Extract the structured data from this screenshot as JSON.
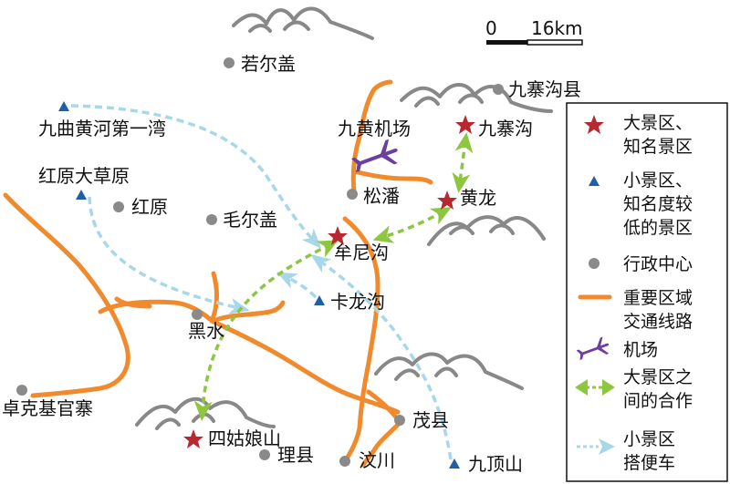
{
  "scale": {
    "zero": "0",
    "distance": "16km"
  },
  "places": {
    "ruoergai": "若尔盖",
    "jiuzhaigou_county": "九寨沟县",
    "jiuqu": "九曲黄河第一湾",
    "jiuhuang_airport": "九黄机场",
    "jiuzhaigou": "九寨沟",
    "hongyuan_prairie": "红原大草原",
    "hongyuan": "红原",
    "maoergai": "毛尔盖",
    "songpan": "松潘",
    "huanglong": "黄龙",
    "mounigou": "牟尼沟",
    "kalonggou": "卡龙沟",
    "heishui": "黑水",
    "zhuokeji": "卓克基官寨",
    "maoxian": "茂县",
    "siguniang": "四姑娘山",
    "lixian": "理县",
    "wenchuan": "汶川",
    "jiudingshan": "九顶山"
  },
  "legend": {
    "major_1": "大景区、",
    "major_2": "知名景区",
    "minor_1": "小景区、",
    "minor_2": "知名度较",
    "minor_3": "低的景区",
    "admin": "行政中心",
    "traffic_1": "重要区域",
    "traffic_2": "交通线路",
    "airport": "机场",
    "coop_1": "大景区之",
    "coop_2": "间的合作",
    "ride_1": "小景区",
    "ride_2": "搭便车"
  },
  "colors": {
    "road": "#f08a2c",
    "star": "#b8282e",
    "triangle": "#1f5fa8",
    "admin_dot": "#8a8a8a",
    "airport": "#6b3fa0",
    "cooperation": "#8dc63f",
    "ride": "#a8d8e8",
    "mountain": "#888888"
  }
}
